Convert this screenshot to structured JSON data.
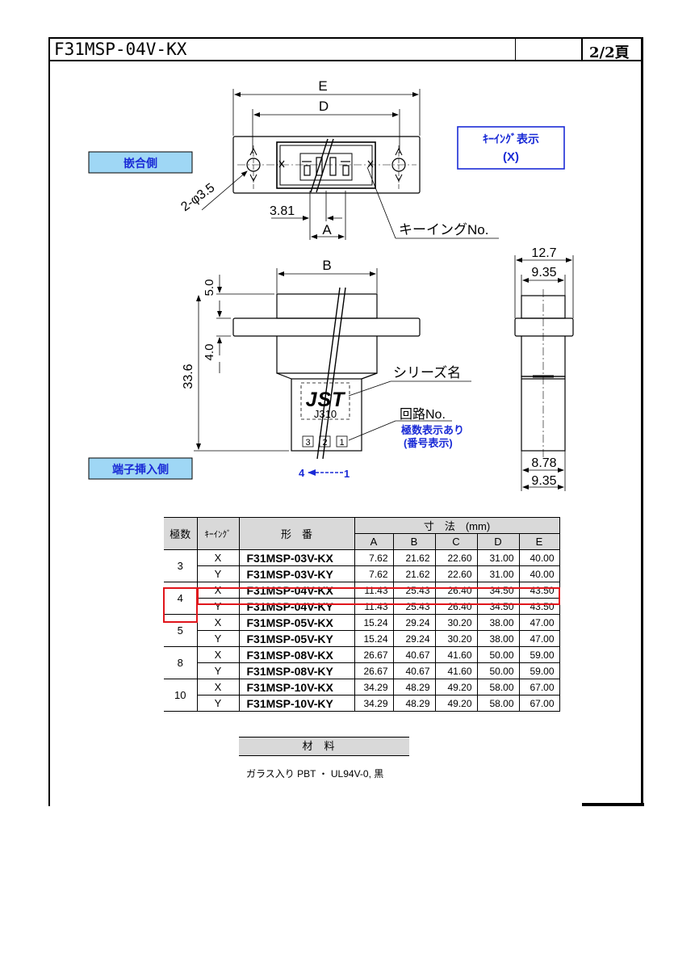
{
  "header": {
    "title": "F31MSP-04V-KX",
    "page": "2/2頁"
  },
  "labels": {
    "mating_side": "嵌合側",
    "terminal_insertion_side": "端子挿入側",
    "keying_display_line1": "ｷｰｲﾝｸﾞ表示",
    "keying_display_line2": "(X)",
    "keying_no": "キーイングNo.",
    "series_name": "シリーズ名",
    "circuit_no": "回路No.",
    "polarity_note_line1": "極数表示あり",
    "polarity_note_line2": "(番号表示)",
    "arrow_label_left": "4",
    "arrow_label_right": "1",
    "logo": "JST",
    "logo_sub": "J310",
    "pin_numbers": [
      "3",
      "2",
      "1"
    ]
  },
  "dimensions": {
    "E": "E",
    "D": "D",
    "A": "A",
    "B": "B",
    "hole": "2-φ3.5",
    "pitch": "3.81",
    "d_5_0": "5.0",
    "d_4_0": "4.0",
    "d_33_6": "33.6",
    "d_12_7": "12.7",
    "d_9_35_top": "9.35",
    "d_8_78": "8.78",
    "d_9_35_bottom": "9.35"
  },
  "table": {
    "col_poles": "極数",
    "col_keying": "ｷｰｲﾝｸﾞ",
    "col_model": "形　番",
    "col_dims": "寸　法　(mm)",
    "dim_cols": [
      "A",
      "B",
      "C",
      "D",
      "E"
    ],
    "groups": [
      {
        "poles": "3",
        "rows": [
          {
            "key": "X",
            "model": "F31MSP-03V-KX",
            "vals": [
              "7.62",
              "21.62",
              "22.60",
              "31.00",
              "40.00"
            ]
          },
          {
            "key": "Y",
            "model": "F31MSP-03V-KY",
            "vals": [
              "7.62",
              "21.62",
              "22.60",
              "31.00",
              "40.00"
            ]
          }
        ]
      },
      {
        "poles": "4",
        "rows": [
          {
            "key": "X",
            "model": "F31MSP-04V-KX",
            "vals": [
              "11.43",
              "25.43",
              "26.40",
              "34.50",
              "43.50"
            ]
          },
          {
            "key": "Y",
            "model": "F31MSP-04V-KY",
            "vals": [
              "11.43",
              "25.43",
              "26.40",
              "34.50",
              "43.50"
            ]
          }
        ]
      },
      {
        "poles": "5",
        "rows": [
          {
            "key": "X",
            "model": "F31MSP-05V-KX",
            "vals": [
              "15.24",
              "29.24",
              "30.20",
              "38.00",
              "47.00"
            ]
          },
          {
            "key": "Y",
            "model": "F31MSP-05V-KY",
            "vals": [
              "15.24",
              "29.24",
              "30.20",
              "38.00",
              "47.00"
            ]
          }
        ]
      },
      {
        "poles": "8",
        "rows": [
          {
            "key": "X",
            "model": "F31MSP-08V-KX",
            "vals": [
              "26.67",
              "40.67",
              "41.60",
              "50.00",
              "59.00"
            ]
          },
          {
            "key": "Y",
            "model": "F31MSP-08V-KY",
            "vals": [
              "26.67",
              "40.67",
              "41.60",
              "50.00",
              "59.00"
            ]
          }
        ]
      },
      {
        "poles": "10",
        "rows": [
          {
            "key": "X",
            "model": "F31MSP-10V-KX",
            "vals": [
              "34.29",
              "48.29",
              "49.20",
              "58.00",
              "67.00"
            ]
          },
          {
            "key": "Y",
            "model": "F31MSP-10V-KY",
            "vals": [
              "34.29",
              "48.29",
              "49.20",
              "58.00",
              "67.00"
            ]
          }
        ]
      }
    ]
  },
  "material": {
    "heading": "材料",
    "text": "ガラス入り PBT ・ UL94V-0, 黒"
  },
  "colors": {
    "label_fill": "#9fd7f5",
    "blue_text": "#1a2bd6",
    "highlight": "#e0151b",
    "table_header": "#d9d9d9"
  }
}
